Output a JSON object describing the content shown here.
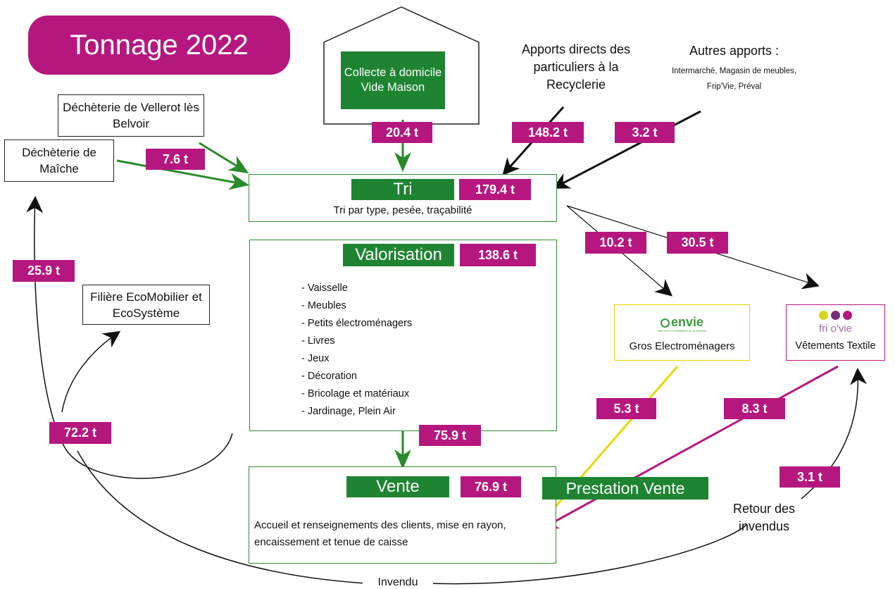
{
  "title": "Tonnage 2022",
  "colors": {
    "magenta": "#b5177f",
    "green": "#1e8431",
    "frame_green": "#2e8b2e",
    "yellow": "#e8d800",
    "black": "#111111"
  },
  "sources": {
    "collecte": "Collecte à domicile Vide Maison",
    "apports_directs": "Apports directs des particuliers à la Recyclerie",
    "autres_apports_title": "Autres apports :",
    "autres_apports_detail": "Intermarché, Magasin de meubles, Frip'Vie, Préval",
    "decheterie_vellerot": "Déchèterie de Vellerot lès Belvoir",
    "decheterie_maiche": "Déchèterie de Maîche",
    "filiere": "Filière EcoMobilier et EcoSystème"
  },
  "tri": {
    "title": "Tri",
    "tonnage": "179.4 t",
    "subtitle": "Tri par type, pesée, traçabilité"
  },
  "valorisation": {
    "title": "Valorisation",
    "tonnage": "138.6 t",
    "items": [
      "- Vaisselle",
      "- Meubles",
      "- Petits électroménagers",
      "- Livres",
      "- Jeux",
      "- Décoration",
      "- Bricolage et matériaux",
      "- Jardinage, Plein Air"
    ]
  },
  "vente": {
    "title": "Vente",
    "tonnage": "76.9 t",
    "description": "Accueil et renseignements des clients, mise en rayon, encaissement et tenue de caisse"
  },
  "prestation_vente": "Prestation Vente",
  "partners": {
    "envie_logo": "envie",
    "envie_tagline": "faire vivre et redistribuer de la richesse",
    "envie_label": "Gros Electroménagers",
    "fripvie_logo": "fri o'vie",
    "fripvie_label": "Vêtements Textile"
  },
  "flows": {
    "collecte": "20.4 t",
    "apports_directs": "148.2 t",
    "autres": "3.2 t",
    "decheteries": "7.6 t",
    "to_envie": "10.2 t",
    "to_fripvie": "30.5 t",
    "valorisation_to_vente": "75.9 t",
    "envie_to_vente": "5.3 t",
    "fripvie_to_vente": "8.3 t",
    "retour_invendus": "3.1 t",
    "to_maiche": "25.9 t",
    "to_filiere": "72.2 t"
  },
  "labels": {
    "retour_invendus": "Retour des invendus",
    "invendu": "Invendu"
  }
}
